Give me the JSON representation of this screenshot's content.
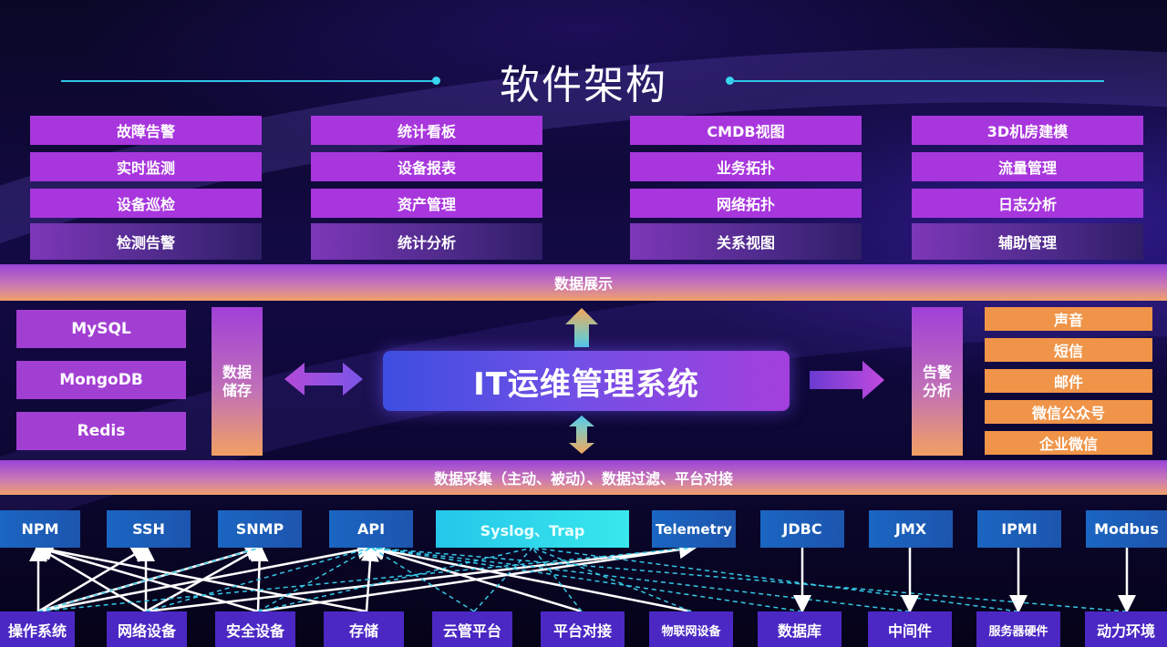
{
  "title": "软件架构",
  "functions": [
    [
      "故障告警",
      "实时监测",
      "设备巡检",
      "检测告警"
    ],
    [
      "统计看板",
      "设备报表",
      "资产管理",
      "统计分析"
    ],
    [
      "CMDB视图",
      "业务拓扑",
      "网络拓扑",
      "关系视图"
    ],
    [
      "3D机房建模",
      "流量管理",
      "日志分析",
      "辅助管理"
    ]
  ],
  "display_band": "数据展示",
  "databases": [
    "MySQL",
    "MongoDB",
    "Redis"
  ],
  "storage_label": "数据\n储存",
  "core_label": "IT运维管理系统",
  "alarm_label": "告警\n分析",
  "notify": [
    "声音",
    "短信",
    "邮件",
    "微信公众号",
    "企业微信"
  ],
  "collect_band": "数据采集（主动、被动）、数据过滤、平台对接",
  "protocols": [
    "NPM",
    "SSH",
    "SNMP",
    "API",
    "Syslog、Trap",
    "Telemetry",
    "JDBC",
    "JMX",
    "IPMI",
    "Modbus"
  ],
  "sources": [
    "操作系统",
    "网络设备",
    "安全设备",
    "存储",
    "云管平台",
    "平台对接",
    "物联网设备",
    "数据库",
    "中间件",
    "服务器硬件",
    "动力环境"
  ],
  "colors": {
    "function_box": "#a836dd",
    "notify_box": "#ef9448",
    "protocol_box": "#1a66c2",
    "protocol_highlight": "#38e8ec",
    "source_box": "#4b28c4",
    "accent_line": "#2fc6e8"
  }
}
